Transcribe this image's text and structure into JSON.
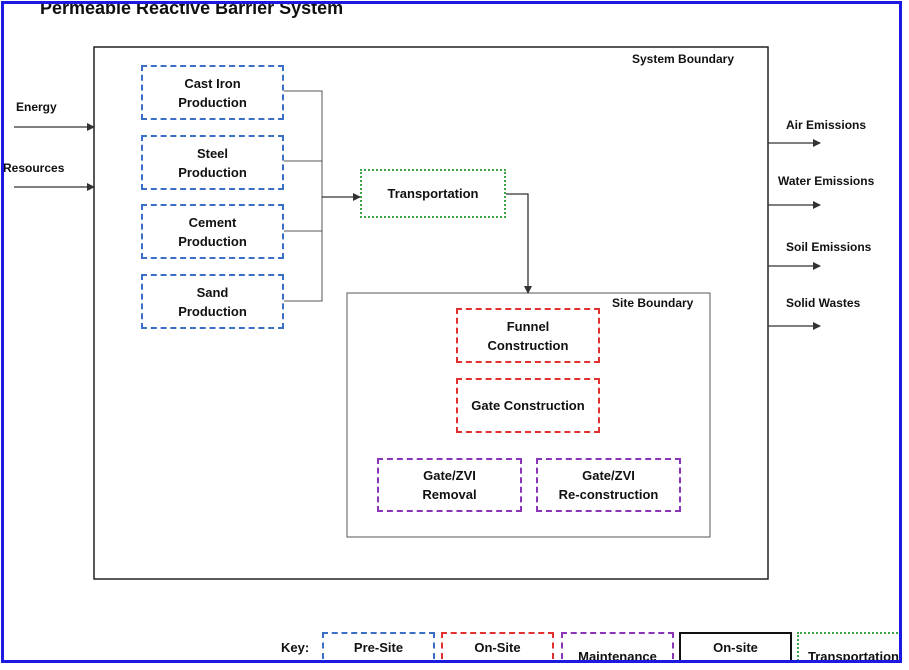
{
  "title": "Permeable Reactive Barrier System",
  "system_boundary": "System Boundary",
  "site_boundary": "Site Boundary",
  "inputs": [
    "Energy",
    "Resources"
  ],
  "outputs": [
    "Air Emissions",
    "Water Emissions",
    "Soil Emissions",
    "Solid Wastes"
  ],
  "pre_site": {
    "cast_iron": "Cast Iron\nProduction",
    "steel": "Steel\nProduction",
    "cement": "Cement\nProduction",
    "sand": "Sand\nProduction"
  },
  "transportation": "Transportation",
  "site": {
    "funnel": "Funnel\nConstruction",
    "gate": "Gate Construction",
    "removal": "Gate/ZVI\nRemoval",
    "reconstruction": "Gate/ZVI\nRe-construction"
  },
  "key": {
    "label": "Key:",
    "pre_site": "Pre-Site\nProcessing",
    "on_site": "On-Site\nProcessing",
    "maintenance": "Maintenance",
    "operation": "On-site\nOperation",
    "transportation": "Transportation"
  },
  "colors": {
    "frame": "#1a1ae0",
    "pre_site": "#3b6fc6",
    "on_site": "#e03030",
    "maintenance": "#8a35b8",
    "transportation": "#3aa84a"
  }
}
